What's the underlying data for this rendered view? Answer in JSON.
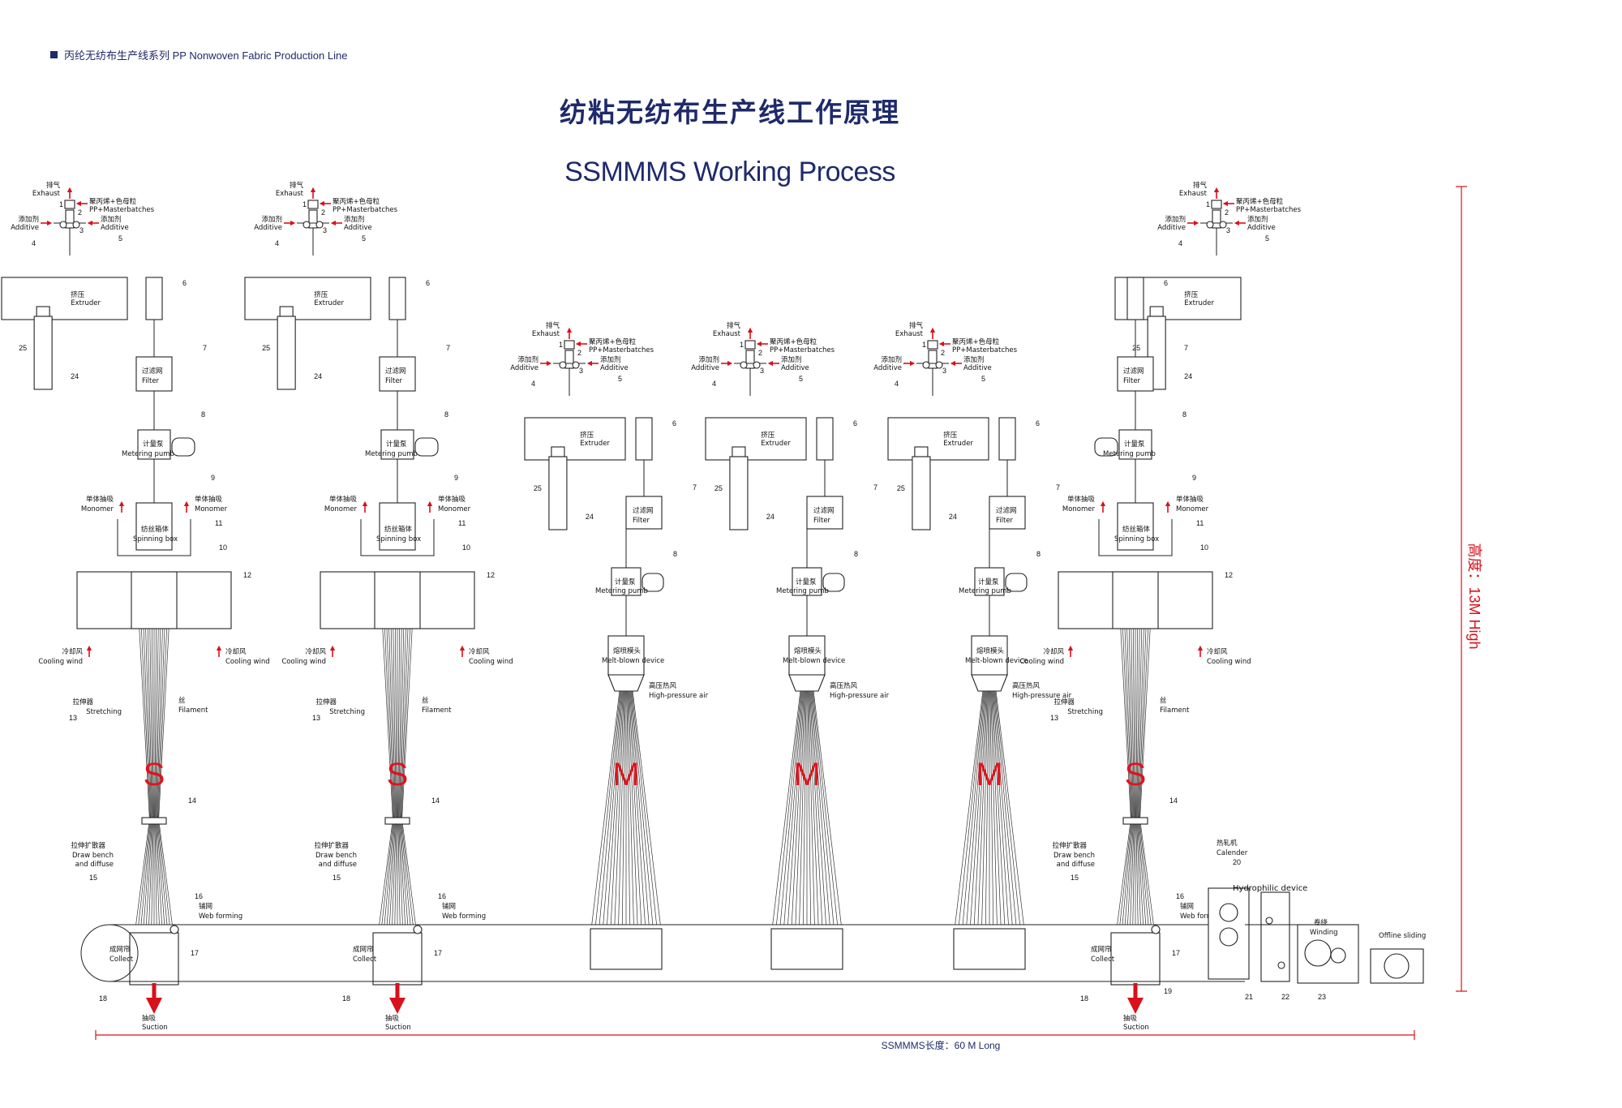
{
  "header": {
    "series": "丙纶无纺布生产线系列 PP Nonwoven Fabric Production Line"
  },
  "title": {
    "cn": "纺粘无纺布生产线工作原理",
    "en": "SSMMMS Working Process"
  },
  "labels": {
    "exhaust_cn": "排气",
    "exhaust_en": "Exhaust",
    "pp_cn": "聚丙烯+色母粒",
    "pp_en": "PP+Masterbatches",
    "additive_cn": "添加剂",
    "additive_en": "Additive",
    "extruder_cn": "挤压",
    "extruder_en": "Extruder",
    "filter_cn": "过滤网",
    "filter_en": "Filter",
    "metering_cn": "计量泵",
    "metering_en": "Metering pumb",
    "monomer_cn": "单体抽吸",
    "monomer_en": "Monomer",
    "spinning_cn": "纺丝箱体",
    "spinning_en": "Spinning box",
    "cooling_cn": "冷却风",
    "cooling_en": "Cooling wind",
    "stretching_cn": "拉伸器",
    "stretching_en": "Stretching",
    "filament_cn": "丝",
    "filament_en": "Filament",
    "draw_cn": "拉伸扩散器",
    "draw_en1": "Draw bench",
    "draw_en2": "and diffuse",
    "web_cn": "铺网",
    "web_en": "Web forming",
    "collect_cn": "成网帘",
    "collect_en": "Collect",
    "suction_cn": "抽吸",
    "suction_en": "Suction",
    "meltblown_cn": "熔喷模头",
    "meltblown_en": "Melt-blown device",
    "hpair_cn": "高压热风",
    "hpair_en": "High-pressure air",
    "calender_cn": "热轧机",
    "calender_en": "Calender",
    "hydrophilic_en": "Hydrophilic device",
    "winding_cn": "卷绕",
    "winding_en": "Winding",
    "offline_en": "Offline sliding"
  },
  "units": [
    {
      "type": "S",
      "letter": "S"
    },
    {
      "type": "S",
      "letter": "S"
    },
    {
      "type": "M",
      "letter": "M"
    },
    {
      "type": "M",
      "letter": "M"
    },
    {
      "type": "M",
      "letter": "M"
    },
    {
      "type": "S",
      "letter": "S"
    }
  ],
  "dimensions": {
    "length": "SSMMMS长度：60 M Long",
    "height": "高度：13M High"
  },
  "numbers": [
    "1",
    "2",
    "3",
    "4",
    "5",
    "6",
    "7",
    "8",
    "9",
    "10",
    "11",
    "12",
    "13",
    "14",
    "15",
    "16",
    "17",
    "18",
    "19",
    "20",
    "21",
    "22",
    "23",
    "24",
    "25"
  ],
  "colors": {
    "accent": "#d8111b",
    "title": "#1f2a6b",
    "line": "#222222"
  }
}
